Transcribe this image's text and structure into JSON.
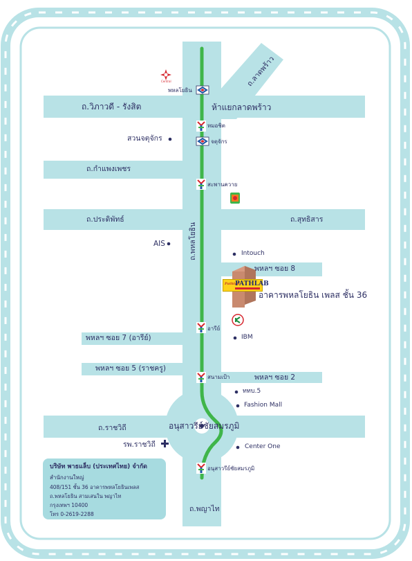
{
  "colors": {
    "road": "#b8e2e6",
    "frame": "#b8e2e6",
    "bts_line": "#3fb54a",
    "text": "#2d2f63",
    "building_light": "#d79a80",
    "building_dark": "#b0755c",
    "pathlab_yellow": "#ffd21a"
  },
  "roads": {
    "lat_phrao": "ถ.ลาดพร้าว",
    "vibhavadi": "ถ.วิภาวดี - รังสิต",
    "lat_phrao_junction": "ห้าแยกลาดพร้าว",
    "kamphaeng_phet": "ถ.กำแพงเพชร",
    "pradiphat": "ถ.ประดิพัทธ์",
    "sutthisan": "ถ.สุทธิสาร",
    "phahon_yothin": "ถ.พหลโยธิน",
    "phahon_soi_8": "พหลฯ ซอย 8",
    "phahon_soi_7": "พหลฯ ซอย 7 (อารีย์)",
    "phahon_soi_5": "พหลฯ ซอย 5 (ราชครู)",
    "phahon_soi_2": "พหลฯ ซอย 2",
    "ratchawithi": "ถ.ราชวิถี",
    "monument": "อนุสาวรีย์ชัยสมรภูมิ",
    "phaya_thai": "ถ.พญาไท"
  },
  "stations": {
    "mrt_phahon": "พหลโยธิน",
    "bts_mo_chit": "หมอชิต",
    "mrt_chatuchak": "จตุจักร",
    "bts_saphan_khwai": "สะพานควาย",
    "bts_ari": "อารีย์",
    "bts_sanam_pao": "สนามเป้า",
    "bts_victory": "อนุสาวรีย์ชัยสมรภูมิ"
  },
  "places": {
    "chatuchak_park": "สวนจตุจักร",
    "ais": "AIS",
    "intouch": "Intouch",
    "building": "อาคารพหลโยธิน เพลส ชั้น 36",
    "ibm": "IBM",
    "channel5": "ททบ.5",
    "fashion_mall": "Fashion Mall",
    "hospital": "รพ.ราชวิถี",
    "center_one": "Center One",
    "central_logo": "Central",
    "pathlab_logo": "PATHLAB",
    "pathlab_prefix": "Pathlab"
  },
  "address": {
    "company": "บริษัท พาธแล็บ (ประเทศไทย) จำกัด",
    "office": "สำนักงานใหญ่",
    "line1": "408/151 ชั้น 36 อาคารพหลโยธินเพลส",
    "line2": "ถ.พหลโยธิน สามเสนใน พญาไท",
    "line3": "กรุงเทพฯ 10400",
    "phone": "โทร 0-2619-2288"
  }
}
